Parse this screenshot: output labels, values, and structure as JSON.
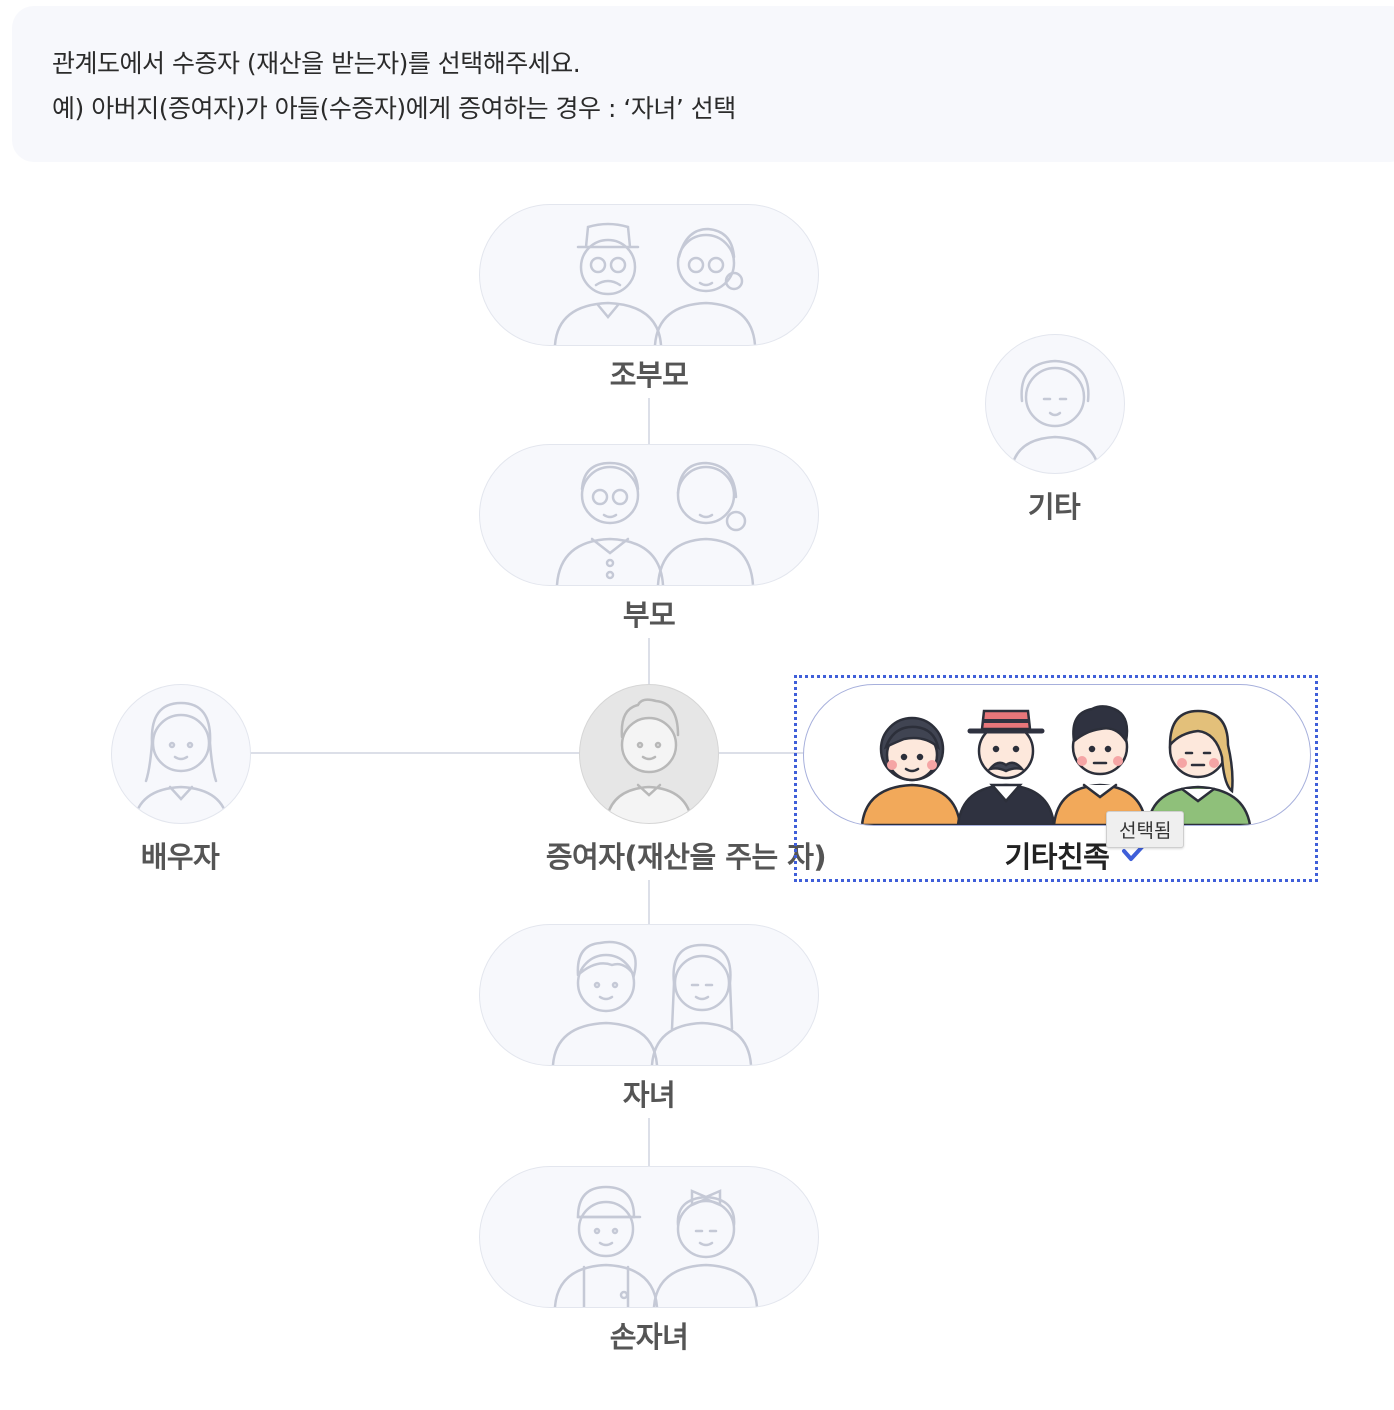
{
  "instructions": {
    "line1": "관계도에서 수증자 (재산을 받는자)를 선택해주세요.",
    "line2": "예) 아버지(증여자)가 아들(수증자)에게 증여하는 경우 : ‘자녀’ 선택"
  },
  "nodes": {
    "grandparents": {
      "label": "조부모",
      "icon": "grandparents-icon"
    },
    "parents": {
      "label": "부모",
      "icon": "parents-icon"
    },
    "donor": {
      "label": "증여자(재산을 주는 자)",
      "icon": "donor-icon"
    },
    "spouse": {
      "label": "배우자",
      "icon": "spouse-icon"
    },
    "other_relatives": {
      "label": "기타친족",
      "icon": "other-relatives-icon",
      "selected": true
    },
    "children": {
      "label": "자녀",
      "icon": "children-icon"
    },
    "grandchildren": {
      "label": "손자녀",
      "icon": "grandchildren-icon"
    },
    "other": {
      "label": "기타",
      "icon": "other-icon"
    }
  },
  "tooltip": {
    "text": "선택됨"
  },
  "colors": {
    "accent": "#3f5fd9",
    "line_art": "#c5c9d6",
    "card_bg": "#f7f8fc",
    "connector": "#dcdfe8"
  }
}
